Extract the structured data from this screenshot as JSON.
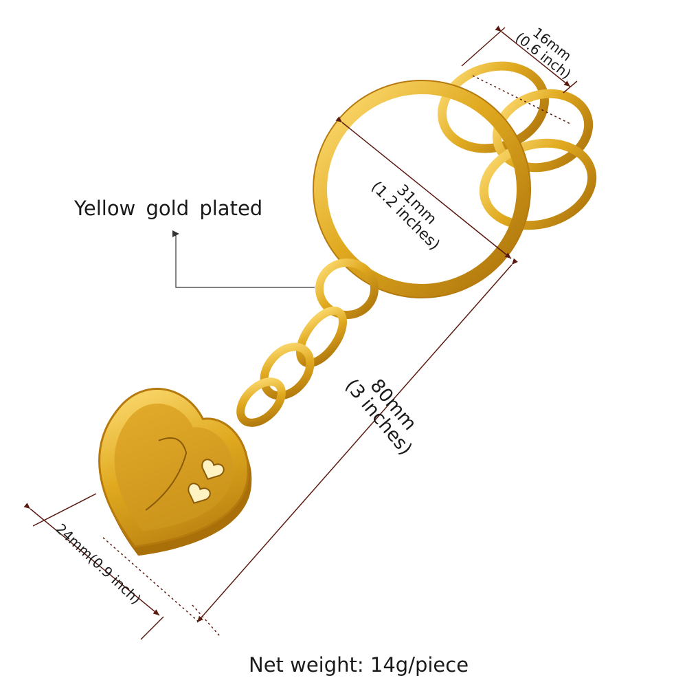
{
  "labels": {
    "plating": "Yellow  gold  plated",
    "ring_small_mm": "16mm",
    "ring_small_in": "(0.6 inch)",
    "ring_large_mm": "31mm",
    "ring_large_in": "(1.2 inches)",
    "total_length_mm": "80mm",
    "total_length_in": "(3 inches)",
    "pendant_width": "24mm(0.9 inch)",
    "weight": "Net weight: 14g/piece"
  },
  "colors": {
    "gold_dark": "#a9700a",
    "gold_mid": "#e0a91f",
    "gold_light": "#ffe07a",
    "dimension_line": "#5a1a10",
    "leader_line": "#333333"
  }
}
